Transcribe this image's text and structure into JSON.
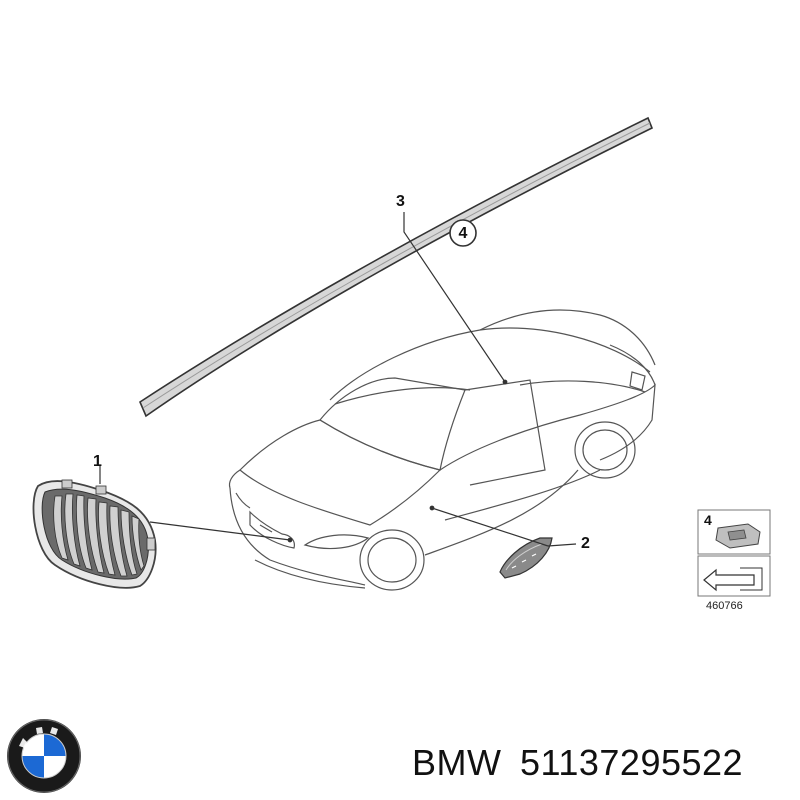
{
  "diagram": {
    "callouts": [
      {
        "id": "1",
        "label": "1",
        "part": "kidney grille"
      },
      {
        "id": "2",
        "label": "2",
        "part": "side trim element"
      },
      {
        "id": "3",
        "label": "3",
        "part": "roof moulding strip"
      },
      {
        "id": "4",
        "label": "4",
        "part": "clip (circled)"
      }
    ],
    "legend": {
      "callout_label": "4",
      "reference_number": "460766"
    }
  },
  "footer": {
    "brand": "BMW",
    "part_number": "51137295522",
    "logo_icon": "bmw-roundel-icon"
  },
  "colors": {
    "line": "#333333",
    "strip_fill": "#d7d7d7",
    "grille_dark": "#555555",
    "logo_blue": "#1c69d4",
    "logo_ring": "#111111"
  }
}
